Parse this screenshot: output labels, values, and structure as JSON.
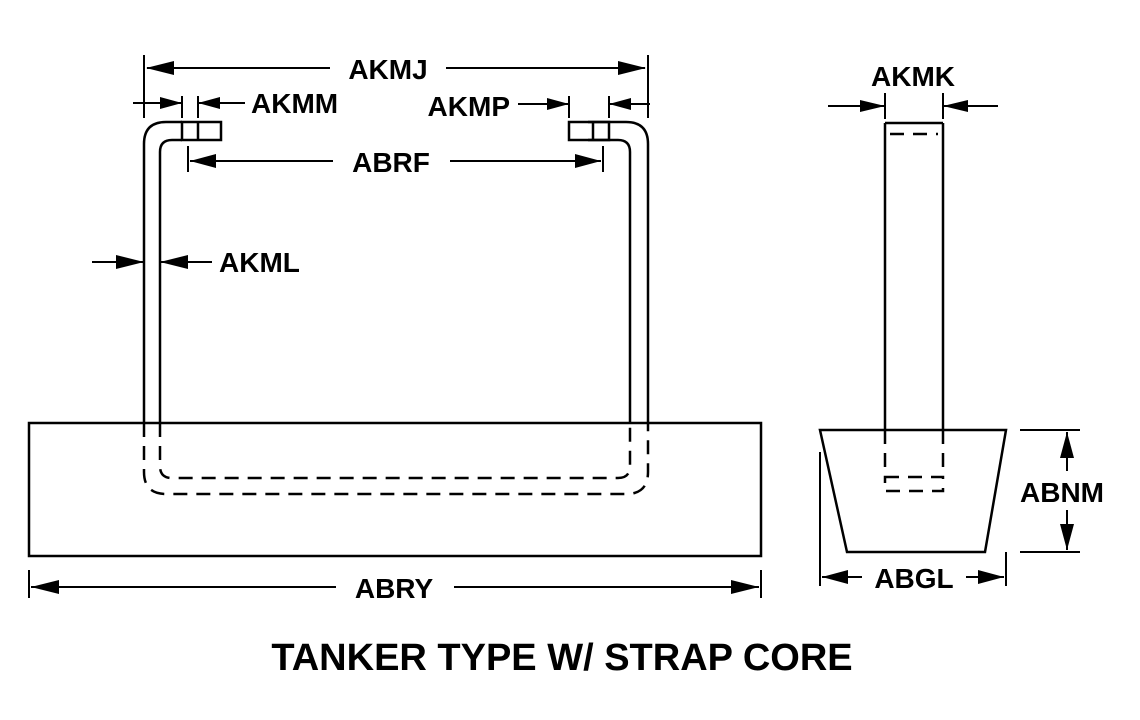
{
  "labels": {
    "akmj": "AKMJ",
    "akmm": "AKMM",
    "akmp": "AKMP",
    "abrf": "ABRF",
    "akml": "AKML",
    "abry": "ABRY",
    "akmk": "AKMK",
    "abnm": "ABNM",
    "abgl": "ABGL"
  },
  "caption": "TANKER TYPE W/ STRAP CORE"
}
